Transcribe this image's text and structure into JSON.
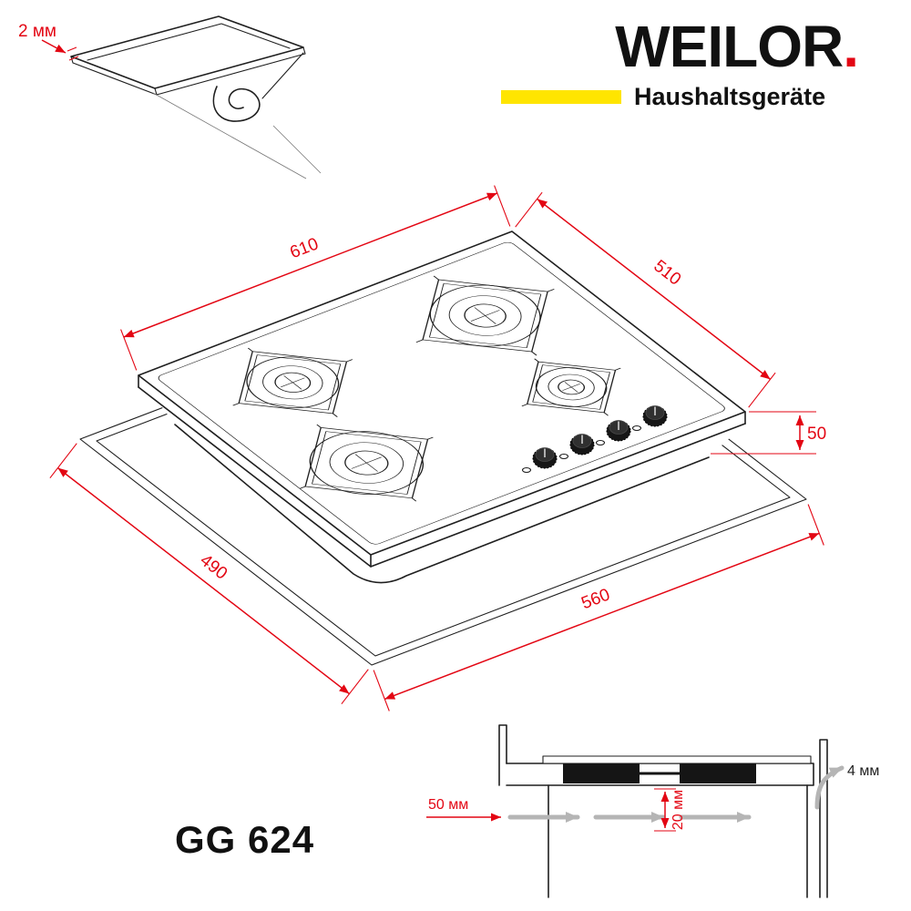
{
  "brand": {
    "name": "WEILOR",
    "dot": ".",
    "tagline": "Haushaltsgeräte",
    "red": "#e30613",
    "yellow": "#ffe500"
  },
  "model": {
    "name": "GG 624"
  },
  "callouts": {
    "edge_thickness": "2 мм"
  },
  "hob_dimensions": {
    "width": "610",
    "depth": "510",
    "height": "50"
  },
  "cutout_dimensions": {
    "depth": "490",
    "width": "560"
  },
  "installation": {
    "side_clearance": "50 мм",
    "bottom_clearance": "20 мм",
    "rear_gap": "4 мм"
  }
}
